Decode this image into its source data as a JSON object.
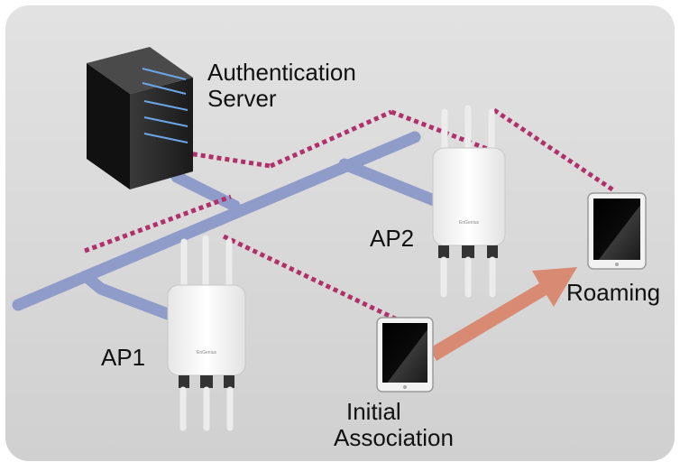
{
  "labels": {
    "auth_server": [
      "Authentication",
      "Server"
    ],
    "ap1": "AP1",
    "ap2": "AP2",
    "roaming": "Roaming",
    "initial_association": [
      "Initial",
      "Association"
    ]
  },
  "devices": {
    "ap_brand": "EnGenius"
  },
  "colors": {
    "background": "#d6d6d6",
    "backbone": "#8f9cc9",
    "wireless_link": "#b0306a",
    "roaming_arrow": "#d98a72",
    "server_body": "#2a2a2a",
    "server_led": "#6aa6e8",
    "ap_body": "#f4f4f4",
    "tablet_screen": "#000000"
  },
  "icons": [
    "server-icon",
    "access-point-icon",
    "tablet-icon",
    "arrow-icon"
  ]
}
